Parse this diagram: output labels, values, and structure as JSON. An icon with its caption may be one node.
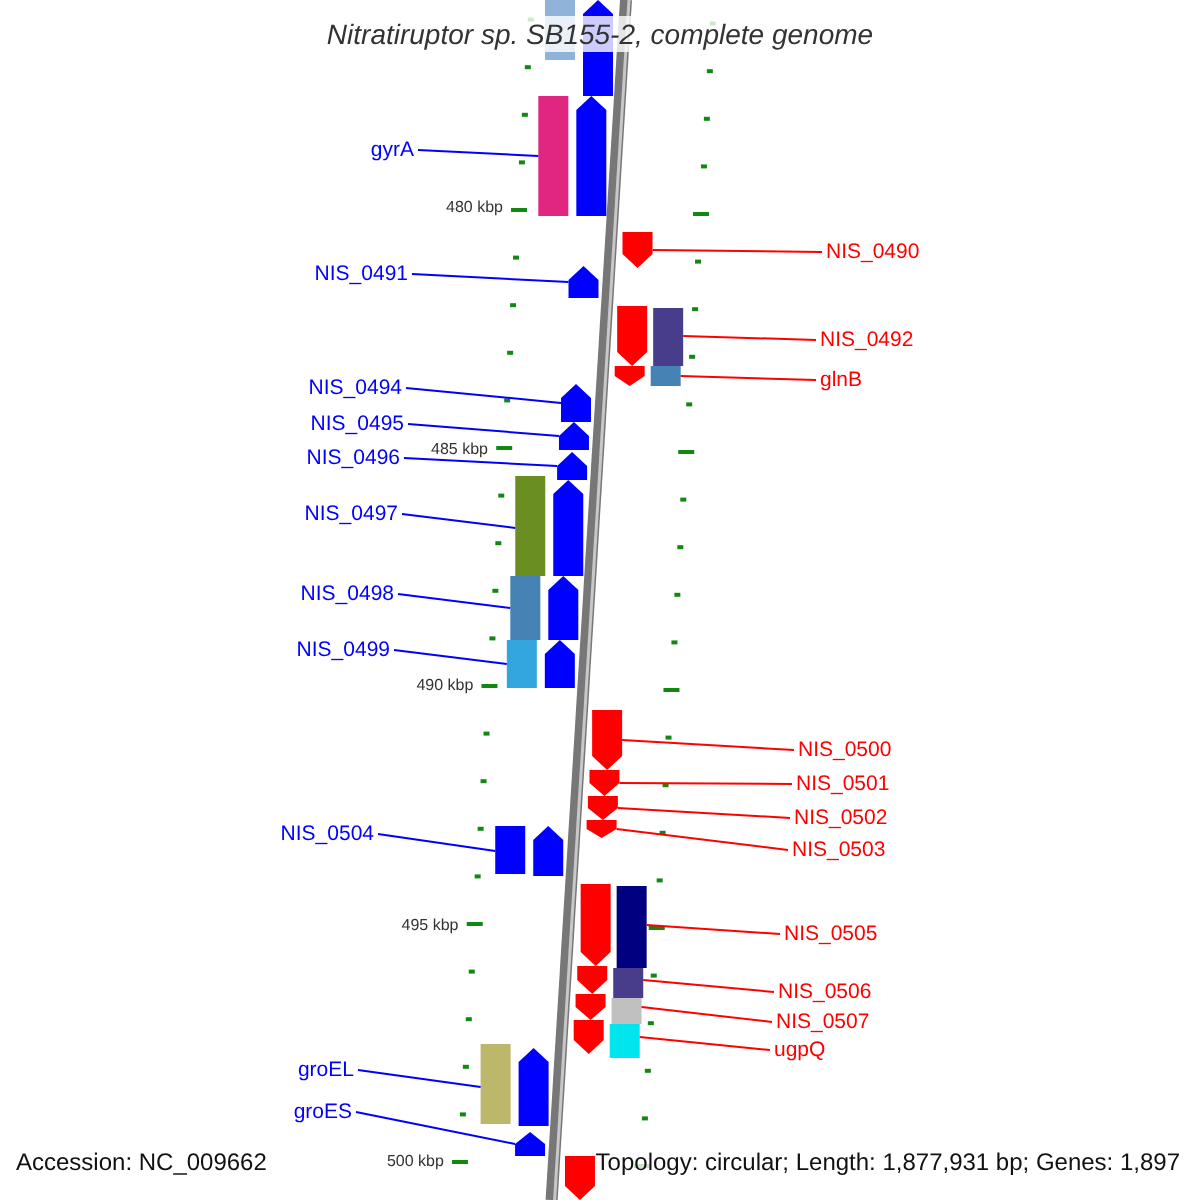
{
  "diagram": {
    "title": "Nitratiruptor sp. SB155-2, complete genome",
    "nodes": [
      {
        "text": [
          "gyrA"
        ]
      },
      {
        "text": [],
        "shape": "arrow"
      },
      {
        "text": [
          "NIS_0491"
        ]
      },
      {
        "text": [],
        "shape": "arrow"
      },
      {
        "text": [
          "NIS_0494"
        ]
      },
      {
        "text": [],
        "shape": "arrow"
      },
      {
        "text": [
          "NIS_0495"
        ]
      },
      {
        "text": [],
        "shape": "arrow"
      },
      {
        "text": [
          "NIS_0496"
        ]
      },
      {
        "text": [],
        "shape": "arrow"
      },
      {
        "text": [
          "NIS_0497"
        ]
      },
      {
        "text": [],
        "shape": "arrow"
      },
      {
        "text": [
          "NIS_0498"
        ]
      },
      {
        "text": [],
        "shape": "arrow"
      },
      {
        "text": [
          "NIS_0499"
        ]
      },
      {
        "text": [],
        "shape": "arrow"
      },
      {
        "text": [
          "NIS_0504"
        ]
      },
      {
        "text": [],
        "shape": "arrow"
      },
      {
        "text": [
          "groEL"
        ]
      },
      {
        "text": [],
        "shape": "arrow"
      },
      {
        "text": [
          "groES"
        ]
      },
      {
        "text": [],
        "shape": "arrow"
      },
      {
        "text": [
          "NIS_0490"
        ]
      },
      {
        "text": [],
        "shape": "arrow"
      },
      {
        "text": [
          "NIS_0492"
        ]
      },
      {
        "text": [],
        "shape": "arrow"
      },
      {
        "text": [
          "glnB"
        ]
      },
      {
        "text": [],
        "shape": "arrow"
      },
      {
        "text": [
          "NIS_0500"
        ]
      },
      {
        "text": [],
        "shape": "arrow"
      },
      {
        "text": [
          "NIS_0501"
        ]
      },
      {
        "text": [],
        "shape": "arrow"
      },
      {
        "text": [
          "NIS_0502"
        ]
      },
      {
        "text": [],
        "shape": "arrow"
      },
      {
        "text": [
          "NIS_0503"
        ]
      },
      {
        "text": [],
        "shape": "arrow"
      },
      {
        "text": [
          "NIS_0505"
        ]
      },
      {
        "text": [],
        "shape": "arrow"
      },
      {
        "text": [
          "NIS_0506"
        ]
      },
      {
        "text": [],
        "shape": "arrow"
      },
      {
        "text": [
          "NIS_0507"
        ]
      },
      {
        "text": [],
        "shape": "arrow"
      },
      {
        "text": [
          "ugpQ"
        ]
      },
      {
        "text": [],
        "shape": "arrow"
      }
    ],
    "edges": [
      {
        "from": 0,
        "to": 1,
        "arrow": "none",
        "color": "#0000ff"
      },
      {
        "from": 2,
        "to": 3,
        "arrow": "none",
        "color": "#0000ff"
      },
      {
        "from": 4,
        "to": 5,
        "arrow": "none",
        "color": "#0000ff"
      },
      {
        "from": 6,
        "to": 7,
        "arrow": "none",
        "color": "#0000ff"
      },
      {
        "from": 8,
        "to": 9,
        "arrow": "none",
        "color": "#0000ff"
      },
      {
        "from": 10,
        "to": 11,
        "arrow": "none",
        "color": "#0000ff"
      },
      {
        "from": 12,
        "to": 13,
        "arrow": "none",
        "color": "#0000ff"
      },
      {
        "from": 14,
        "to": 15,
        "arrow": "none",
        "color": "#0000ff"
      },
      {
        "from": 16,
        "to": 17,
        "arrow": "none",
        "color": "#0000ff"
      },
      {
        "from": 18,
        "to": 19,
        "arrow": "none",
        "color": "#0000ff"
      },
      {
        "from": 20,
        "to": 21,
        "arrow": "none",
        "color": "#0000ff"
      },
      {
        "from": 22,
        "to": 23,
        "arrow": "none",
        "color": "#ff0000"
      },
      {
        "from": 24,
        "to": 25,
        "arrow": "none",
        "color": "#ff0000"
      },
      {
        "from": 26,
        "to": 27,
        "arrow": "none",
        "color": "#ff0000"
      },
      {
        "from": 28,
        "to": 29,
        "arrow": "none",
        "color": "#ff0000"
      },
      {
        "from": 30,
        "to": 31,
        "arrow": "none",
        "color": "#ff0000"
      },
      {
        "from": 32,
        "to": 33,
        "arrow": "none",
        "color": "#ff0000"
      },
      {
        "from": 34,
        "to": 35,
        "arrow": "none",
        "color": "#ff0000"
      },
      {
        "from": 36,
        "to": 37,
        "arrow": "none",
        "color": "#ff0000"
      },
      {
        "from": 38,
        "to": 39,
        "arrow": "none",
        "color": "#ff0000"
      },
      {
        "from": 40,
        "to": 41,
        "arrow": "none",
        "color": "#ff0000"
      },
      {
        "from": 42,
        "to": 43,
        "arrow": "none",
        "color": "#ff0000"
      }
    ],
    "labels": [
      "480 kbp",
      "485 kbp",
      "490 kbp",
      "495 kbp",
      "500 kbp",
      "Accession: NC_009662",
      "Topology: circular; Length: 1,877,931 bp; Genes: 1,897"
    ]
  }
}
